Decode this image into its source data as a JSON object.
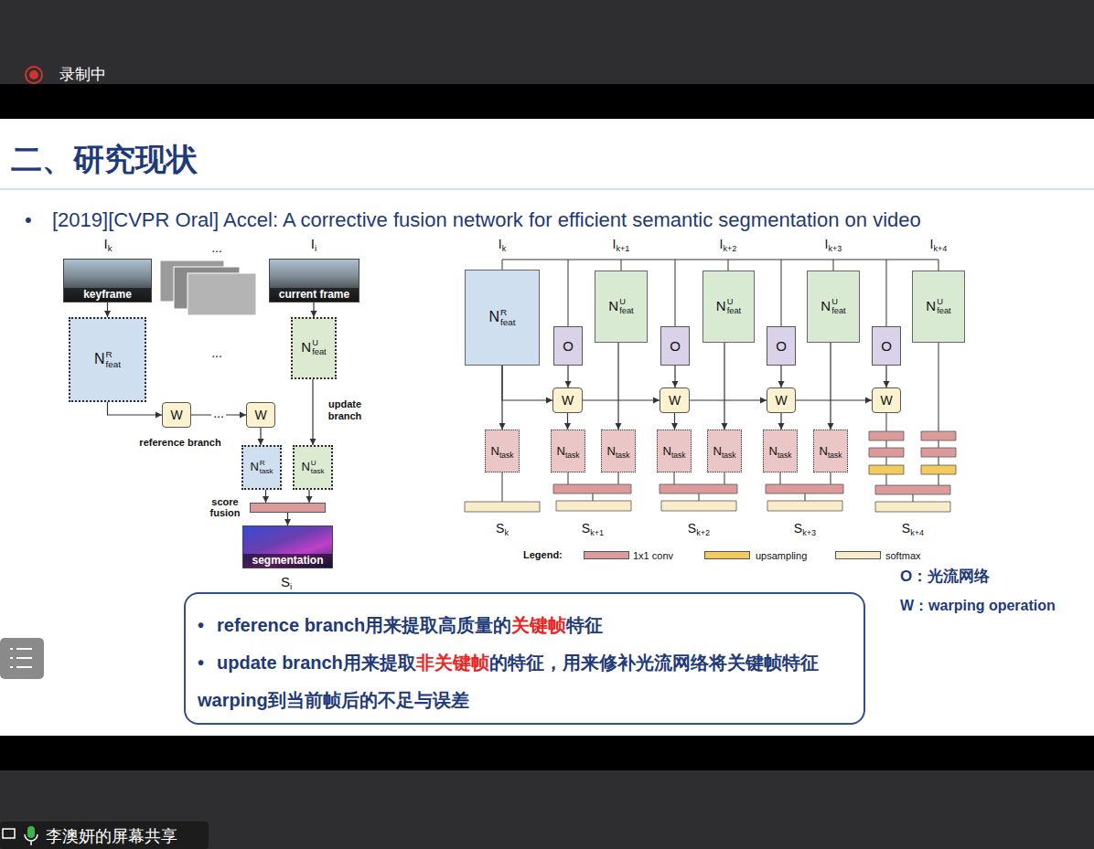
{
  "diagram": {
    "title": "二、研究现状",
    "nodes": [
      {
        "text": [
          "keyframe"
        ]
      },
      {
        "text": [
          "current frame"
        ]
      },
      {
        "text": [
          "NRfeat"
        ]
      },
      {
        "text": [
          "NUfeat"
        ]
      },
      {
        "text": [
          "W"
        ]
      },
      {
        "text": [
          "W"
        ]
      },
      {
        "text": [
          "NRtask"
        ]
      },
      {
        "text": [
          "NUtask"
        ]
      },
      {
        "text": [
          "score fusion"
        ]
      },
      {
        "text": [
          "segmentation"
        ]
      },
      {
        "text": [
          "NRfeat"
        ]
      },
      {
        "text": [
          "O"
        ]
      },
      {
        "text": [
          "NUfeat"
        ]
      },
      {
        "text": [
          "O"
        ]
      },
      {
        "text": [
          "NUfeat"
        ]
      },
      {
        "text": [
          "O"
        ]
      },
      {
        "text": [
          "NUfeat"
        ]
      },
      {
        "text": [
          "O"
        ]
      },
      {
        "text": [
          "NUfeat"
        ]
      },
      {
        "text": [
          "W"
        ]
      },
      {
        "text": [
          "W"
        ]
      },
      {
        "text": [
          "W"
        ]
      },
      {
        "text": [
          "W"
        ]
      },
      {
        "text": [
          "Ntask"
        ]
      },
      {
        "text": [
          "Ntask"
        ]
      },
      {
        "text": [
          "Ntask"
        ]
      },
      {
        "text": [
          "Ntask"
        ]
      },
      {
        "text": [
          "Ntask"
        ]
      },
      {
        "text": [
          "Ntask"
        ]
      },
      {
        "text": [
          "Ntask"
        ]
      },
      {
        "text": [
          "•",
          "reference branch用来提取高质量的",
          "关键帧",
          "特征",
          "•",
          "update branch用来提取",
          "非关键帧",
          "的特征，用来修补光流网络将关键帧特征warping到当前帧后的不足与误差"
        ]
      }
    ],
    "edges": [
      {
        "from": 0,
        "to": 2,
        "arrow": "to"
      },
      {
        "from": 1,
        "to": 3,
        "arrow": "to"
      },
      {
        "from": 2,
        "to": 4,
        "arrow": "to"
      },
      {
        "from": 4,
        "to": 5,
        "arrow": "to"
      },
      {
        "from": 5,
        "to": 6,
        "arrow": "to"
      },
      {
        "from": 3,
        "to": 7,
        "arrow": "to"
      },
      {
        "from": 6,
        "to": 8,
        "arrow": "to"
      },
      {
        "from": 7,
        "to": 8,
        "arrow": "to"
      },
      {
        "from": 8,
        "to": 9,
        "arrow": "to"
      },
      {
        "from": 10,
        "to": 23,
        "arrow": "to"
      },
      {
        "from": 10,
        "to": 19,
        "arrow": "to"
      },
      {
        "from": 19,
        "to": 20,
        "arrow": "to"
      },
      {
        "from": 20,
        "to": 21,
        "arrow": "to"
      },
      {
        "from": 21,
        "to": 22,
        "arrow": "to"
      },
      {
        "from": 11,
        "to": 19,
        "arrow": "to"
      },
      {
        "from": 13,
        "to": 20,
        "arrow": "to"
      },
      {
        "from": 15,
        "to": 21,
        "arrow": "to"
      },
      {
        "from": 17,
        "to": 22,
        "arrow": "to"
      },
      {
        "from": 19,
        "to": 24,
        "arrow": "to"
      },
      {
        "from": 20,
        "to": 26,
        "arrow": "to"
      },
      {
        "from": 21,
        "to": 28,
        "arrow": "to"
      },
      {
        "from": 12,
        "to": 25,
        "arrow": "to"
      },
      {
        "from": 14,
        "to": 27,
        "arrow": "to"
      },
      {
        "from": 16,
        "to": 29,
        "arrow": "to"
      }
    ],
    "labels": [
      "录制中",
      "•",
      "[2019][CVPR Oral] Accel: A corrective fusion network for efficient semantic segmentation on video",
      "Ik",
      "...",
      "Ii",
      "...",
      "...",
      "reference branch",
      "update branch",
      "Si",
      "Ik",
      "Ik+1",
      "Ik+2",
      "Ik+3",
      "Ik+4",
      "Sk",
      "Sk+1",
      "Sk+2",
      "Sk+3",
      "Sk+4",
      "Legend:",
      "O：光流网络",
      "W：warping operation",
      "李澳妍的屏幕共享"
    ],
    "legend": [
      {
        "text": "1x1 conv",
        "color": "#dc9b9b"
      },
      {
        "text": "upsampling",
        "color": "#f2cb5c"
      },
      {
        "text": "softmax",
        "color": "#f8ecc9"
      }
    ]
  }
}
